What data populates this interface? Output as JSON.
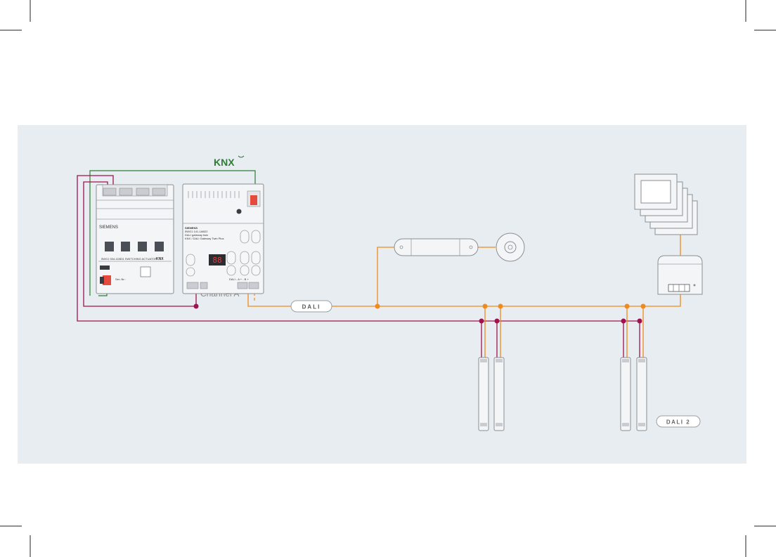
{
  "diagram": {
    "knx_logo": "KNX",
    "channel_label": "Channel A",
    "dali_badge": "DALI",
    "dali2_logo": "DALI 2",
    "switch_actuator": {
      "brand": "SIEMENS",
      "model_line": "5WG1 534-1DB31 SWITCHING ACTUATOR",
      "knx_mark": "KNX",
      "serial": "Ser.-Nr.:"
    },
    "gateway": {
      "brand": "SIEMENS",
      "model": "5WG1 141-1AB22",
      "product": "DALI gateway twin",
      "product_line": "KNX / DALI Gateway Twin Plus",
      "display": "88",
      "terminal_labels": "DALI  - A +  - B +"
    },
    "colors": {
      "bus_green": "#2e7d32",
      "mains_magenta": "#a0124f",
      "dali_orange": "#f08a1c",
      "panel": "#e7edf1"
    }
  }
}
